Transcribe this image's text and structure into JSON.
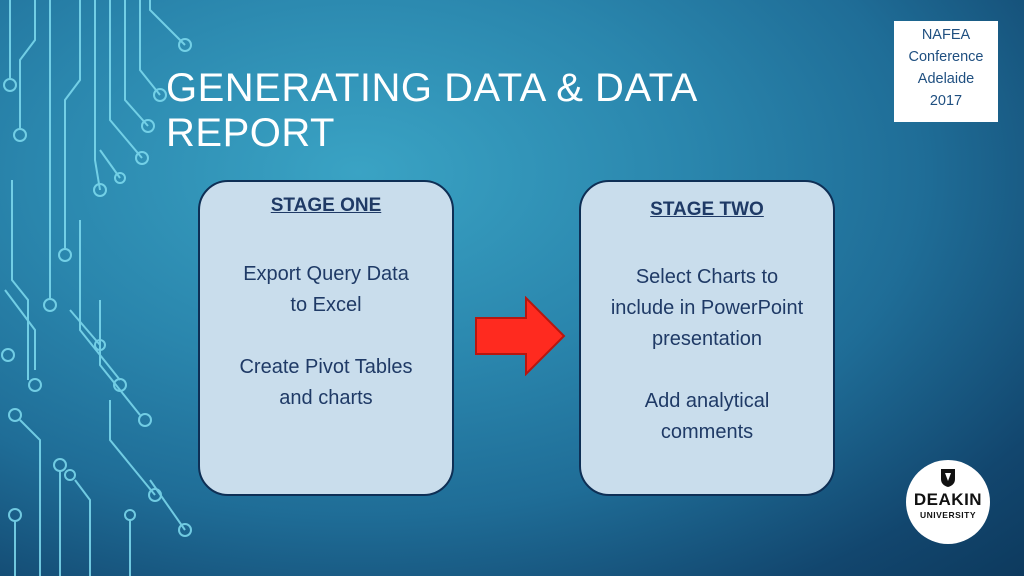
{
  "slide": {
    "title": "GENERATING DATA & DATA REPORT"
  },
  "conference_badge": {
    "lines": [
      "NAFEA",
      "Conference",
      "Adelaide",
      "2017"
    ]
  },
  "stage_one": {
    "heading": "STAGE ONE",
    "lines": [
      "Export Query Data",
      "to Excel",
      "",
      "Create Pivot Tables",
      "and charts"
    ]
  },
  "stage_two": {
    "heading": "STAGE TWO",
    "lines": [
      "Select Charts to",
      "include in PowerPoint",
      "presentation",
      "",
      "Add analytical",
      "comments"
    ]
  },
  "arrow": {
    "color": "#ff2a1f",
    "icon": "arrow-right-icon"
  },
  "logo": {
    "name": "DEAKIN",
    "sub": "UNIVERSITY"
  },
  "colors": {
    "title": "#ffffff",
    "box_fill": "#c9ddec",
    "box_border": "#0e2f55",
    "box_text": "#1f3a66",
    "arrow": "#ff2a1f"
  }
}
